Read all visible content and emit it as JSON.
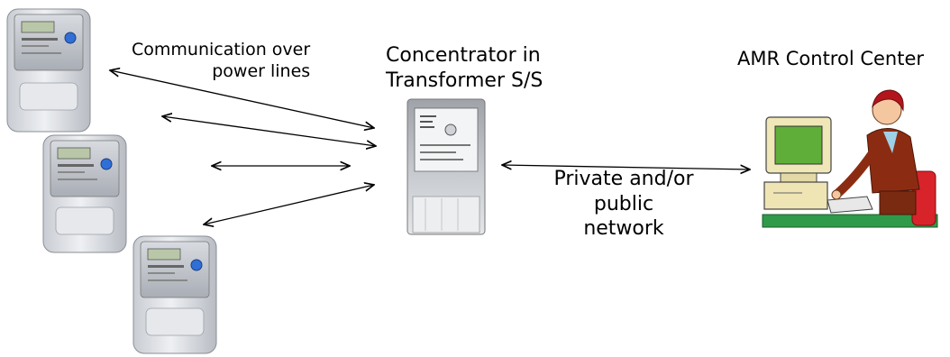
{
  "labels": {
    "communication_line1": "Communication over",
    "communication_line2": "power lines",
    "concentrator_line1": "Concentrator in",
    "concentrator_line2": "Transformer S/S",
    "control_center": "AMR Control Center",
    "network_line1": "Private and/or",
    "network_line2": "public",
    "network_line3": "network"
  },
  "icons": {
    "meter": "electricity-meter-icon",
    "concentrator": "concentrator-icon",
    "operator": "computer-operator-icon"
  }
}
